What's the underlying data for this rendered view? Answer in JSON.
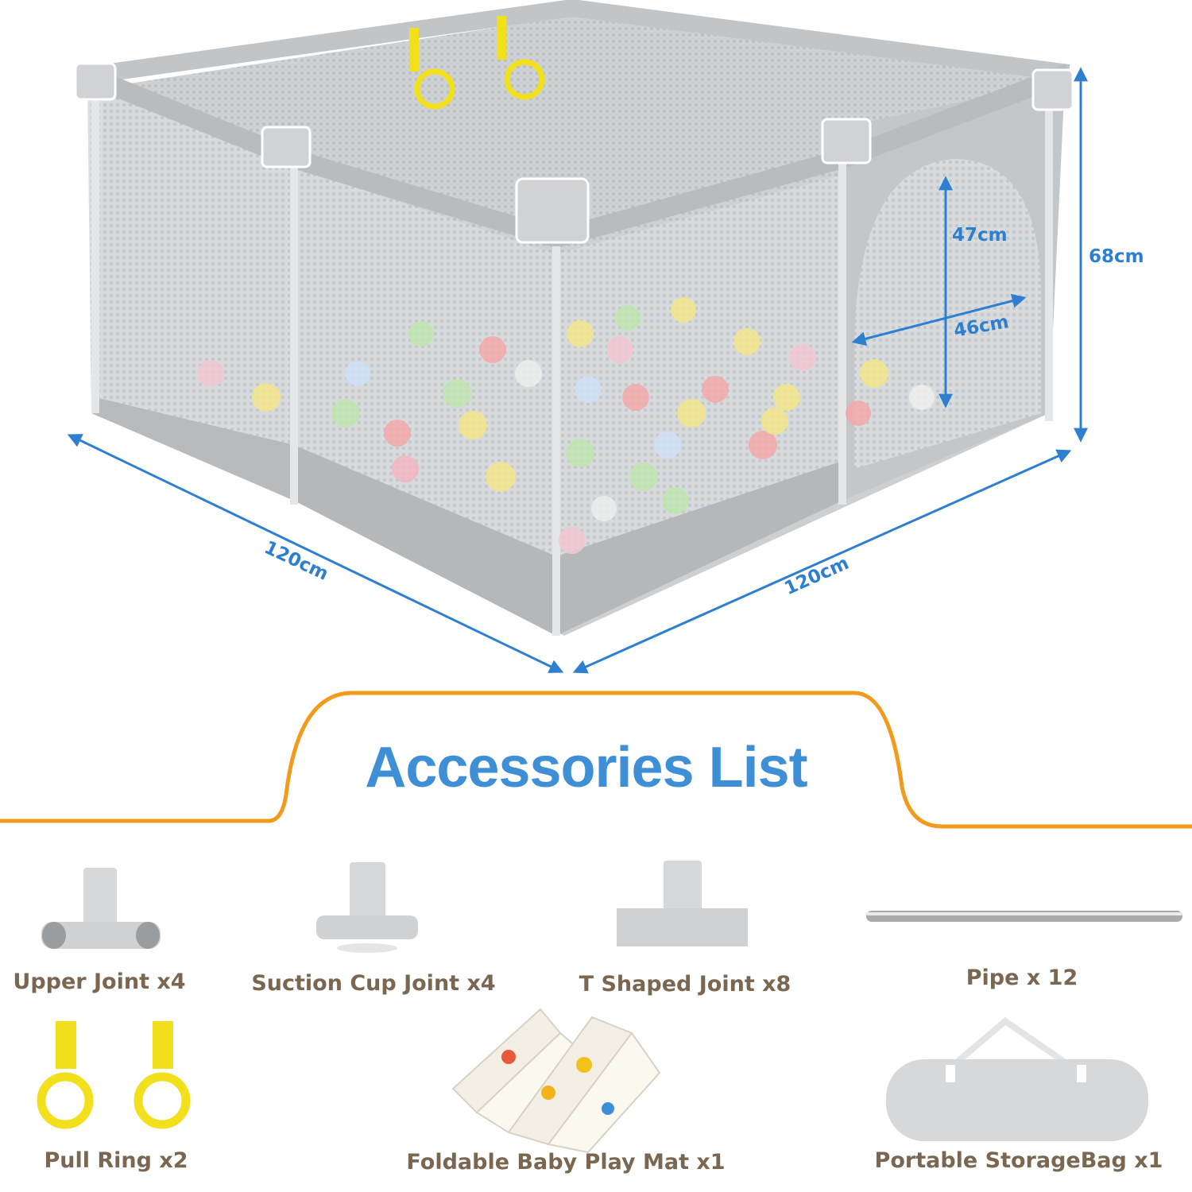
{
  "product": {
    "dimensions": {
      "height": "68cm",
      "door_height": "47cm",
      "door_width": "46cm",
      "length_left": "120cm",
      "length_right": "120cm"
    }
  },
  "accessories": {
    "title": "Accessories List",
    "items": [
      {
        "label": "Upper Joint x4",
        "icon": "upper-joint-icon"
      },
      {
        "label": "Suction Cup Joint x4",
        "icon": "suction-cup-joint-icon"
      },
      {
        "label": "T Shaped Joint x8",
        "icon": "t-shaped-joint-icon"
      },
      {
        "label": "Pipe x 12",
        "icon": "pipe-icon"
      },
      {
        "label": "Pull Ring x2",
        "icon": "pull-ring-icon"
      },
      {
        "label": "Foldable Baby Play Mat x1",
        "icon": "play-mat-icon"
      },
      {
        "label": "Portable StorageBag x1",
        "icon": "storage-bag-icon"
      }
    ]
  },
  "colors": {
    "dimension_blue": "#2f7fd0",
    "title_blue": "#3f8fd6",
    "frame_orange": "#f29a1b",
    "label_brown": "#7a6752",
    "playpen_gray": "#c9ccce",
    "ring_yellow": "#f2e01c"
  }
}
